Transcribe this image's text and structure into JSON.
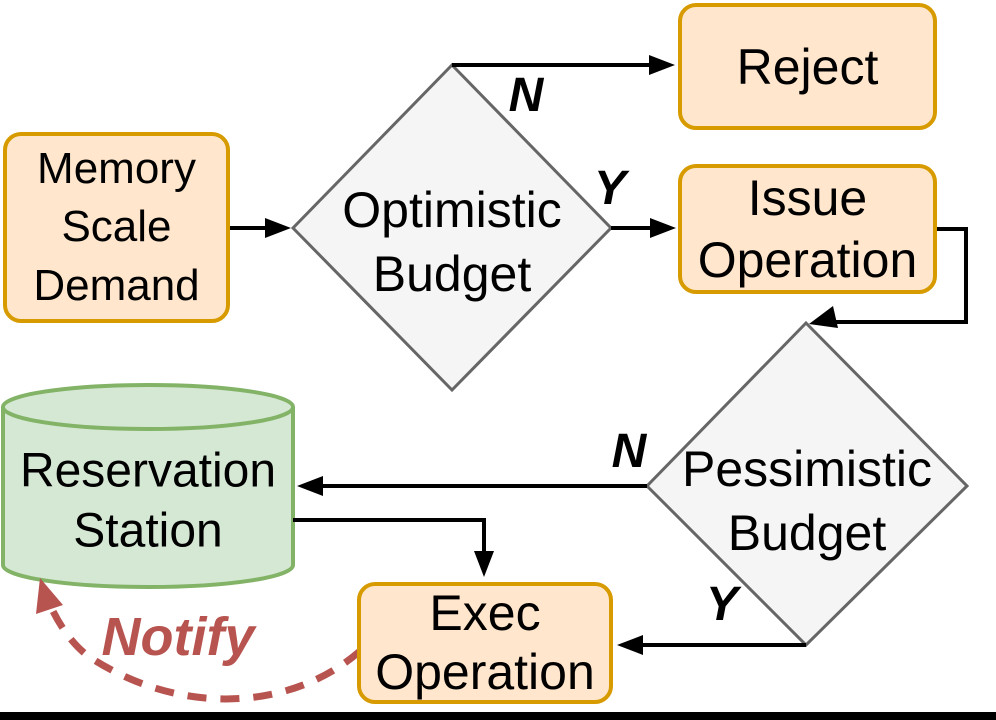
{
  "figure": {
    "type": "flowchart",
    "description": "Memory scale demand admission flow with optimistic and pessimistic budget checks"
  },
  "nodes": {
    "memory": {
      "label": "Memory\nScale\nDemand",
      "shape": "rounded-rect"
    },
    "optimistic": {
      "label": "Optimistic\nBudget",
      "shape": "diamond"
    },
    "reject": {
      "label": "Reject",
      "shape": "rounded-rect"
    },
    "issue": {
      "label": "Issue\nOperation",
      "shape": "rounded-rect"
    },
    "pessimistic": {
      "label": "Pessimistic\nBudget",
      "shape": "diamond"
    },
    "reservation": {
      "label": "Reservation\nStation",
      "shape": "cylinder"
    },
    "exec": {
      "label": "Exec\nOperation",
      "shape": "rounded-rect"
    }
  },
  "edges": {
    "memory_to_optimistic": {
      "label": ""
    },
    "optimistic_to_reject": {
      "label": "N"
    },
    "optimistic_to_issue": {
      "label": "Y"
    },
    "issue_to_pessimistic": {
      "label": ""
    },
    "pessimistic_to_reservation": {
      "label": "N"
    },
    "pessimistic_to_exec": {
      "label": "Y"
    },
    "reservation_to_exec": {
      "label": ""
    },
    "exec_to_reservation": {
      "label": "Notify",
      "style": "dashed"
    }
  },
  "colors": {
    "process_fill": "#FFE6CC",
    "process_stroke": "#D79B00",
    "decision_fill": "#F5F5F5",
    "decision_stroke": "#666666",
    "datastore_fill": "#D5E8D4",
    "datastore_stroke": "#82B366",
    "edge_stroke": "#000000",
    "notify_stroke": "#B85450",
    "text": "#000000"
  }
}
